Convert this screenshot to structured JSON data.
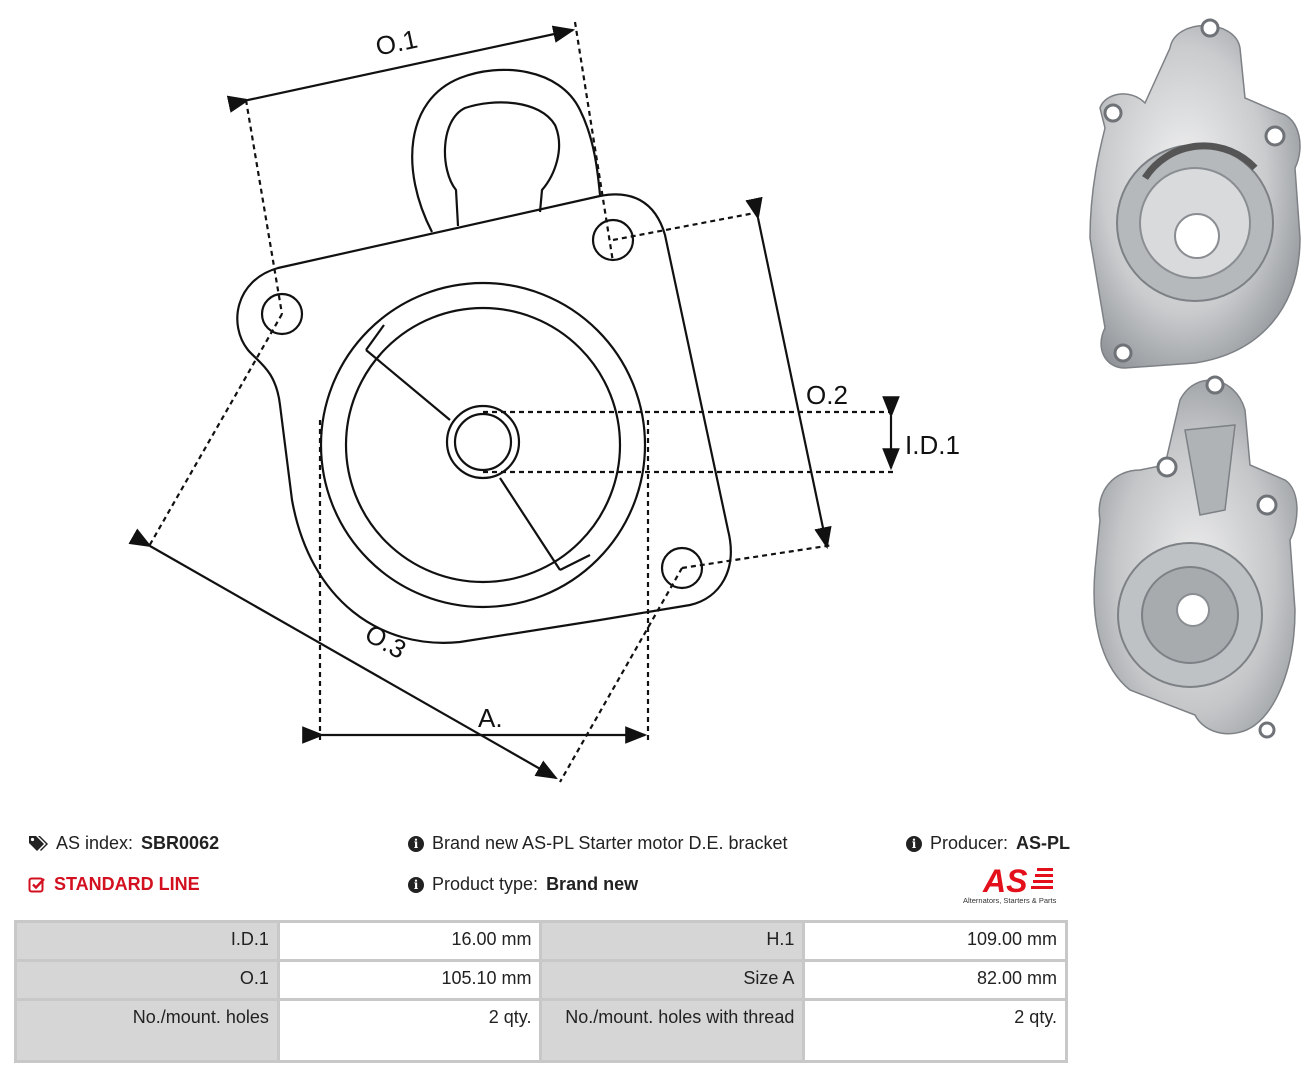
{
  "drawing": {
    "labels": {
      "o1": "O.1",
      "o2": "O.2",
      "o3": "O.3",
      "id1": "I.D.1",
      "a": "A."
    }
  },
  "info": {
    "as_index_label": "AS index:",
    "as_index_value": "SBR0062",
    "standard_line": "STANDARD LINE",
    "description": "Brand new AS-PL Starter motor D.E. bracket",
    "product_type_label": "Product type:",
    "product_type_value": "Brand new",
    "producer_label": "Producer:",
    "producer_value": "AS-PL"
  },
  "brand": {
    "logo_text": "AS",
    "tagline": "Alternators, Starters & Parts",
    "color": "#e3101c"
  },
  "specs": {
    "rows": [
      {
        "label1": "I.D.1",
        "value1": "16.00 mm",
        "label2": "H.1",
        "value2": "109.00 mm"
      },
      {
        "label1": "O.1",
        "value1": "105.10 mm",
        "label2": "Size A",
        "value2": "82.00 mm"
      },
      {
        "label1": "No./mount. holes",
        "value1": "2 qty.",
        "label2": "No./mount. holes with thread",
        "value2": "2 qty."
      }
    ]
  },
  "icons": {
    "tag": "tags-icon",
    "check": "check-square-icon",
    "info": "info-icon"
  }
}
